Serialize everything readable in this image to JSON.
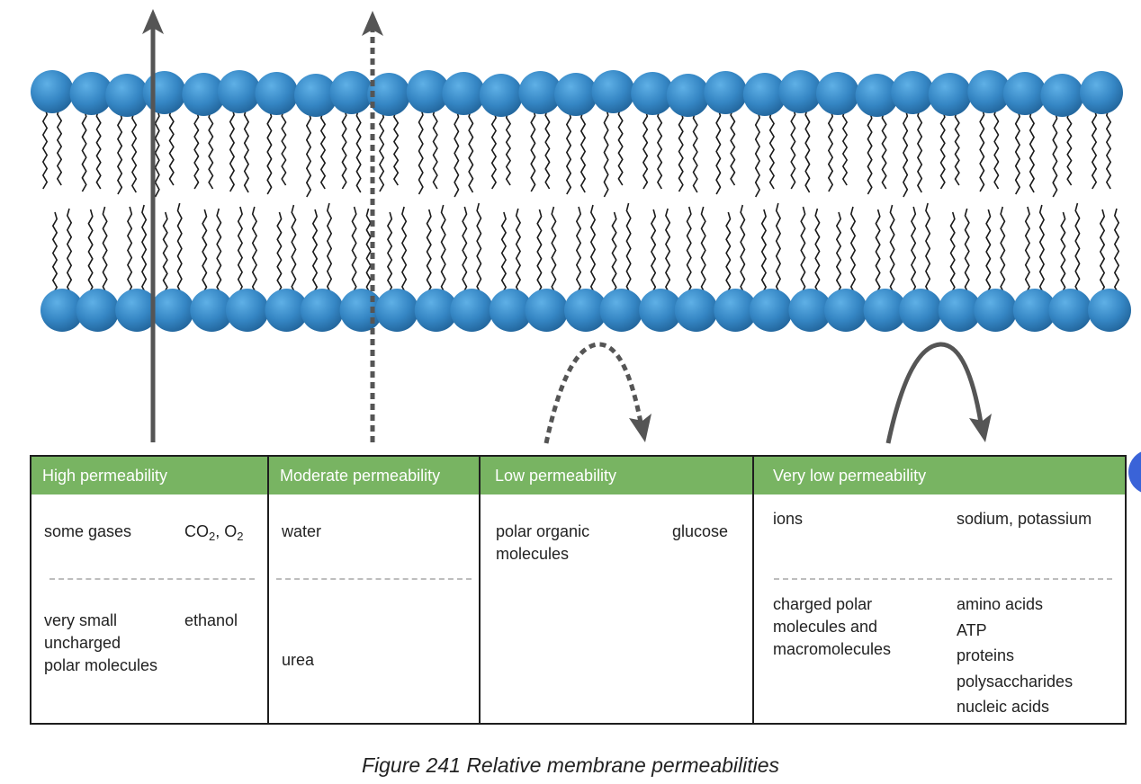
{
  "colors": {
    "head_fill": "#78b462",
    "lipid_head": "#3d8cc6",
    "arrow": "#555555",
    "border": "#1e1e1e"
  },
  "columns": [
    {
      "header": "High permeability",
      "rows": [
        {
          "label": "some gases",
          "example": "CO2, O2"
        },
        {
          "label": "very small\nuncharged\npolar molecules",
          "example": "ethanol"
        }
      ]
    },
    {
      "header": "Moderate permeability",
      "rows": [
        {
          "label": "water",
          "example": ""
        },
        {
          "label": "urea",
          "example": ""
        }
      ]
    },
    {
      "header": "Low permeability",
      "rows": [
        {
          "label": "polar organic\nmolecules",
          "example": "glucose"
        }
      ]
    },
    {
      "header": "Very low permeability",
      "rows": [
        {
          "label": "ions",
          "example": "sodium, potassium"
        },
        {
          "label": "charged polar\nmolecules and\nmacromolecules",
          "example": "amino acids\nATP\nproteins\npolysaccharides\nnucleic acids"
        }
      ]
    }
  ],
  "caption": "Figure 241 Relative membrane permeabilities"
}
